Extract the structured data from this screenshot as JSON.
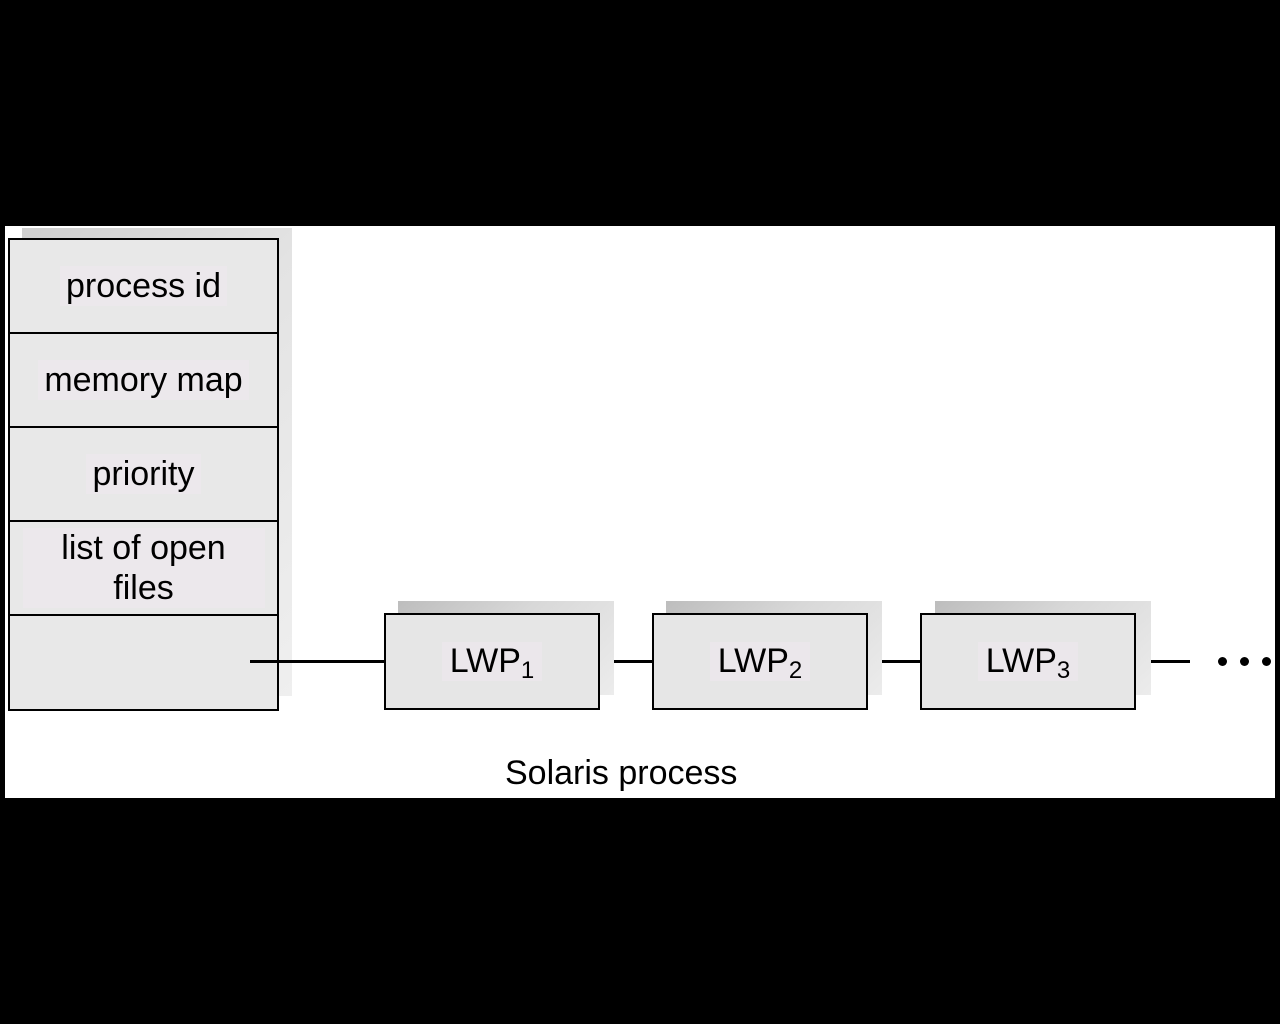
{
  "diagram": {
    "process_fields": [
      "process id",
      "memory map",
      "priority",
      "list of open files",
      ""
    ],
    "lwps": [
      {
        "base": "LWP",
        "sub": "1"
      },
      {
        "base": "LWP",
        "sub": "2"
      },
      {
        "base": "LWP",
        "sub": "3"
      }
    ],
    "continuation": "• • •",
    "caption": "Solaris process"
  }
}
